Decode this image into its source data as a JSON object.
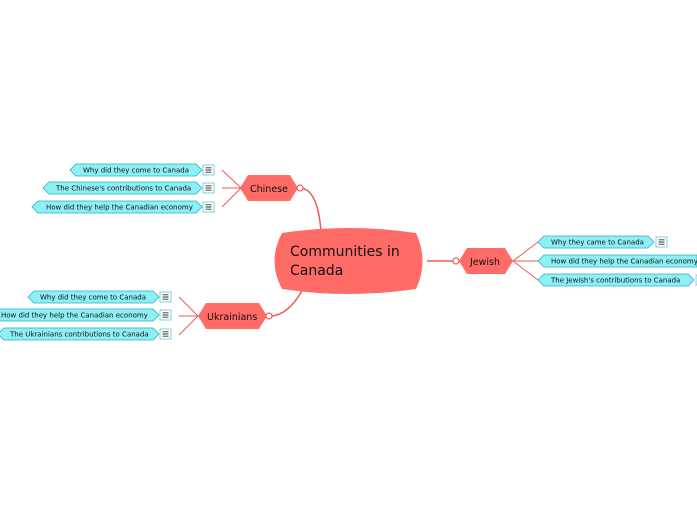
{
  "colors": {
    "central": "#ff6b66",
    "branch": "#ff6b66",
    "line": "#ee5a55",
    "leaf_fill": "#8ef0f5",
    "leaf_stroke": "#2ab3c2",
    "note_stroke": "#333333"
  },
  "central": {
    "line1": "Communities in",
    "line2": "Canada"
  },
  "branches": [
    {
      "id": "chinese",
      "label": "Chinese",
      "leaves": [
        {
          "label": "Why did they come to Canada"
        },
        {
          "label": "The Chinese's contributions to Canada"
        },
        {
          "label": "How did they help the Canadian economy"
        }
      ]
    },
    {
      "id": "ukrainians",
      "label": "Ukrainians",
      "leaves": [
        {
          "label": "Why did they come to Canada"
        },
        {
          "label": "How did they help the  Canadian economy"
        },
        {
          "label": "The Ukrainians contributions to Canada"
        }
      ]
    },
    {
      "id": "jewish",
      "label": "Jewish",
      "leaves": [
        {
          "label": "Why they came to Canada"
        },
        {
          "label": "How did they help the Canadian economy"
        },
        {
          "label": "The Jewish's contributions to Canada"
        }
      ]
    }
  ],
  "note_icon": "notes-icon"
}
